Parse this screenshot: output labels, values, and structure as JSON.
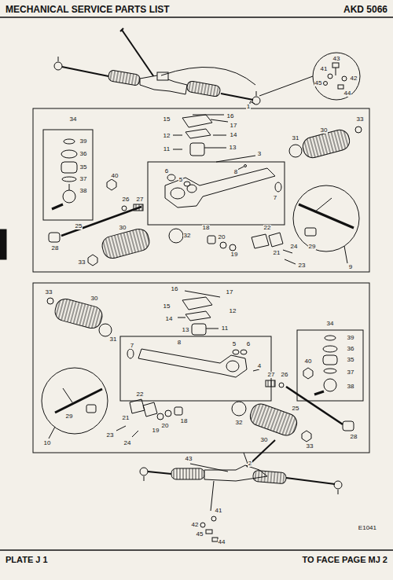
{
  "diagram": {
    "title": "MECHANICAL SERVICE PARTS LIST",
    "labels": [
      "AKD 5066",
      "43",
      "41",
      "42",
      "45",
      "44",
      "1",
      "16",
      "15",
      "17",
      "12",
      "14",
      "11",
      "13",
      "3",
      "8",
      "6",
      "5",
      "7",
      "34",
      "39",
      "36",
      "35",
      "37",
      "38",
      "40",
      "26",
      "27",
      "33",
      "31",
      "30",
      "28",
      "25",
      "33",
      "30",
      "32",
      "18",
      "20",
      "19",
      "22",
      "21",
      "24",
      "23",
      "29",
      "9",
      "16",
      "17",
      "15",
      "12",
      "14",
      "13",
      "11",
      "33",
      "30",
      "31",
      "8",
      "5",
      "6",
      "4",
      "7",
      "34",
      "39",
      "36",
      "35",
      "37",
      "38",
      "40",
      "27",
      "26",
      "25",
      "28",
      "29",
      "10",
      "21",
      "22",
      "18",
      "20",
      "19",
      "23",
      "24",
      "32",
      "30",
      "33",
      "43",
      "2",
      "41",
      "42",
      "45",
      "44",
      "E1041",
      "PLATE J 1",
      "TO FACE PAGE MJ 2"
    ]
  }
}
